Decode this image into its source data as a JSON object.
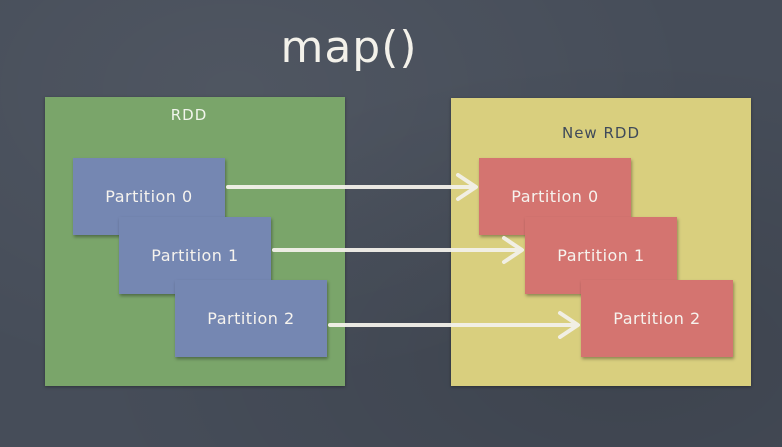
{
  "title": "map()",
  "source": {
    "label": "RDD",
    "partitions": [
      "Partition 0",
      "Partition 1",
      "Partition 2"
    ]
  },
  "target": {
    "label": "New  RDD",
    "partitions": [
      "Partition 0",
      "Partition 1",
      "Partition 2"
    ]
  },
  "colors": {
    "background": "#464d59",
    "source_panel": "#7aa56a",
    "target_panel": "#d9cf7e",
    "source_partition": "#7587b2",
    "target_partition": "#d47470",
    "arrow": "#f3f1ea"
  }
}
